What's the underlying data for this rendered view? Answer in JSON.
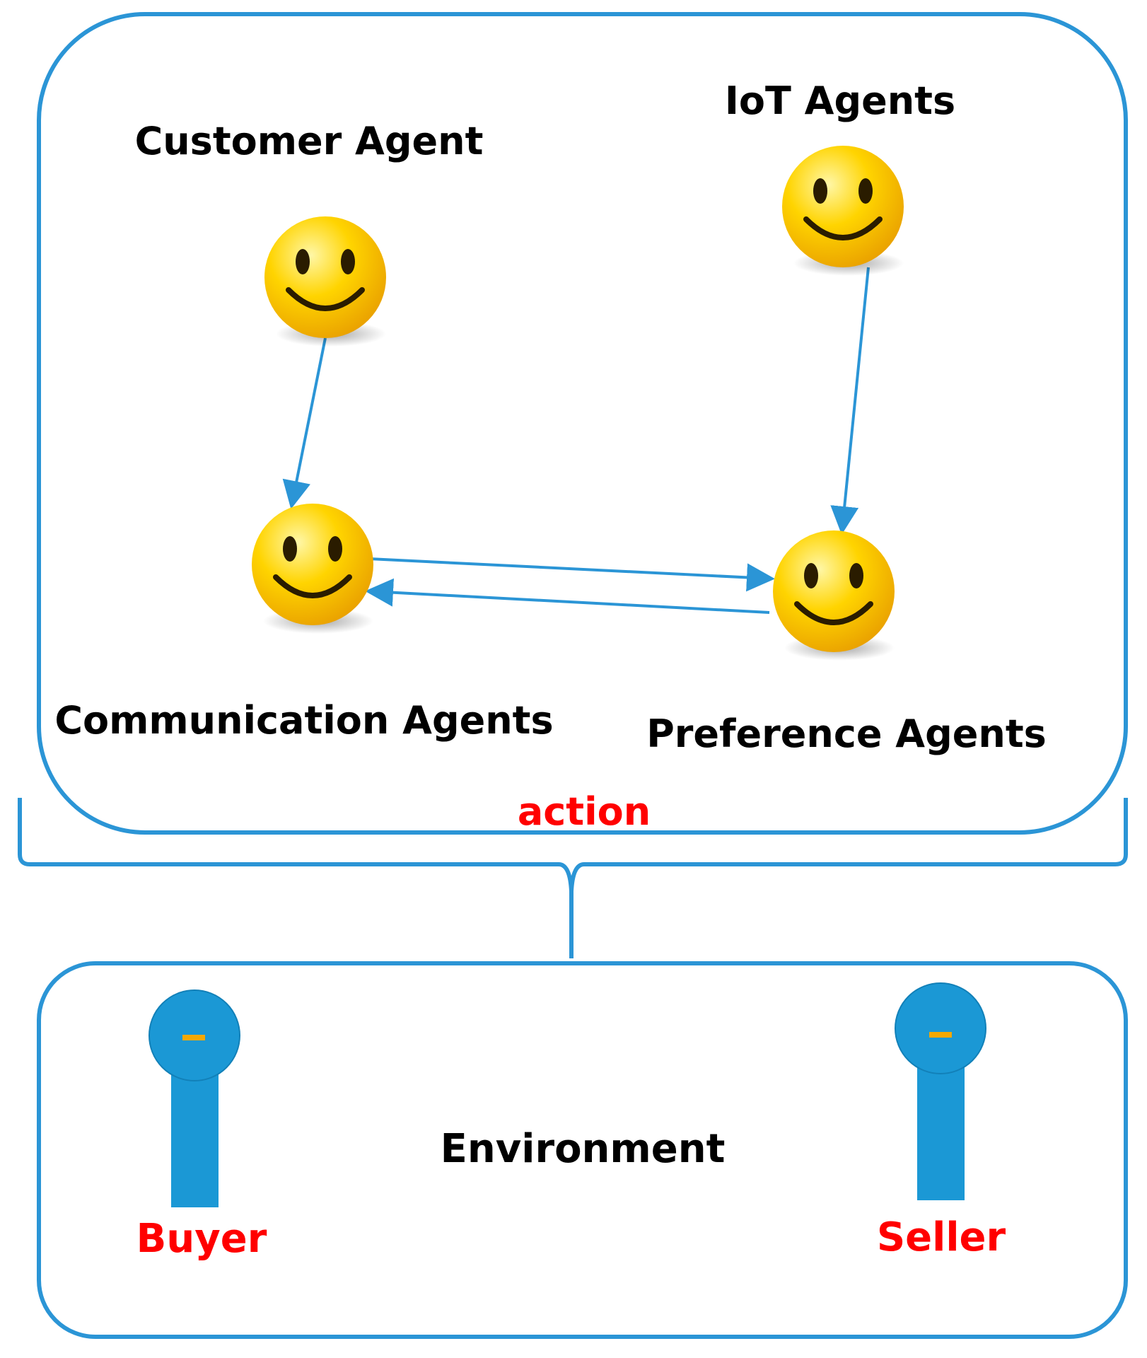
{
  "colors": {
    "frame_blue": "#2b95d6",
    "figure_blue": "#1b98d5",
    "accent_red": "#ff0000",
    "text_black": "#000000",
    "face_yellow": "#ffd400",
    "badge_orange": "#f5a800"
  },
  "agents": {
    "customer": {
      "label": "Customer Agent",
      "icon": "smiley-face-icon"
    },
    "iot": {
      "label": "IoT Agents",
      "icon": "smiley-face-icon"
    },
    "communication": {
      "label": "Communication Agents",
      "icon": "smiley-face-icon"
    },
    "preference": {
      "label": "Preference Agents",
      "icon": "smiley-face-icon"
    }
  },
  "connections": [
    {
      "from": "customer",
      "to": "communication"
    },
    {
      "from": "iot",
      "to": "preference"
    },
    {
      "from": "communication",
      "to": "preference"
    },
    {
      "from": "preference",
      "to": "communication"
    }
  ],
  "brace_label": "action",
  "environment": {
    "label": "Environment",
    "buyer": {
      "label": "Buyer",
      "icon": "pin-figure-icon"
    },
    "seller": {
      "label": "Seller",
      "icon": "pin-figure-icon"
    }
  }
}
